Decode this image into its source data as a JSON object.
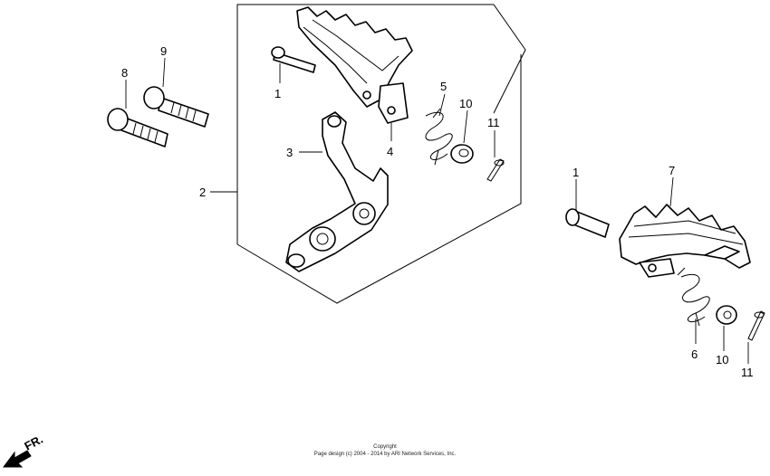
{
  "callouts": {
    "c1a": "1",
    "c1b": "1",
    "c2": "2",
    "c3": "3",
    "c4": "4",
    "c5": "5",
    "c6": "6",
    "c7": "7",
    "c8": "8",
    "c9": "9",
    "c10a": "10",
    "c10b": "10",
    "c11a": "11",
    "c11b": "11"
  },
  "direction_label": "FR.",
  "copyright": {
    "line1": "Copyright",
    "line2": "Page design (c) 2004 - 2014 by ARI Network Services, Inc."
  }
}
